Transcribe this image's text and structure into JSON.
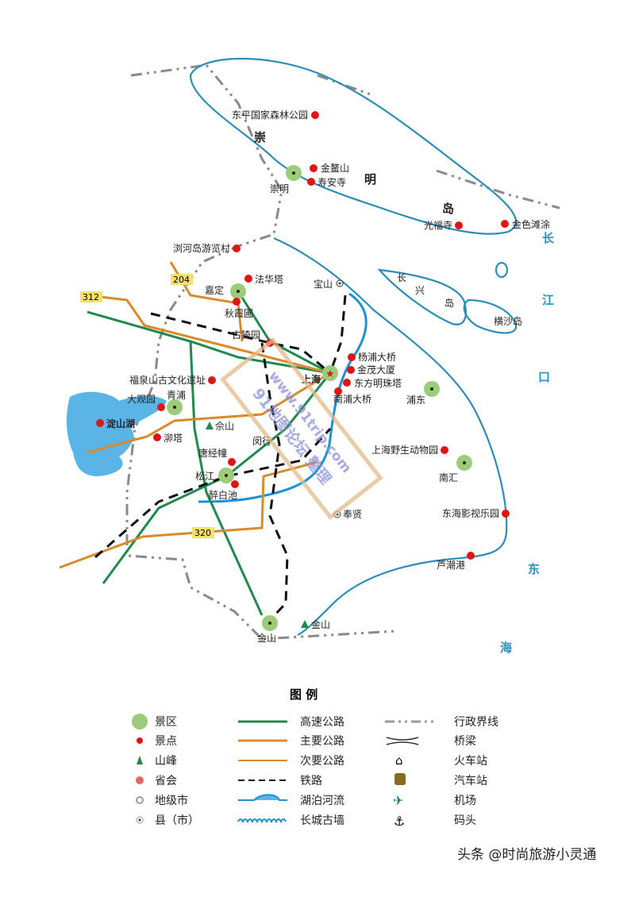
{
  "colors": {
    "coast": "#2b8db8",
    "highway": "#1f8a4c",
    "main_road": "#d98a2b",
    "railway": "#111111",
    "boundary": "#8a8a8a",
    "scenic_area": "#9ccc7a",
    "scenic_spot": "#e01515",
    "lake": "#5ab4e5"
  },
  "regions": {
    "chong": "崇",
    "ming": "明",
    "dao": "岛",
    "chang": "长",
    "xing": "兴",
    "dao2": "岛",
    "hengsha": "横沙岛"
  },
  "sea": {
    "chang": "长",
    "jiang": "江",
    "kou": "口",
    "dong": "东",
    "hai": "海"
  },
  "road_numbers": [
    "204",
    "312",
    "320"
  ],
  "places": {
    "dongping": "东平国家森林公园",
    "jinaoshan": "金鳌山",
    "shouansi": "寿安寺",
    "chongming": "崇明",
    "guangfusi": "光福寺",
    "jinsetantu": "金色滩涂",
    "liuhe": "浏河岛游览村",
    "fahuata": "法华塔",
    "jiading": "嘉定",
    "qiuxiapu": "秋霞圃",
    "baoshan": "宝山",
    "guyiyuan": "古猗园",
    "shanghai": "上海",
    "yangpu": "杨浦大桥",
    "jinmao": "金茂大厦",
    "dongfang": "东方明珠塔",
    "nanpu": "南浦大桥",
    "pudong": "浦东",
    "fuquanshan": "福泉山古文化遗址",
    "daguanyuan": "大观园",
    "qingpu": "青浦",
    "dianshanhu": "淀山湖",
    "sheshan": "佘山",
    "maota": "泖塔",
    "tangjingchuang": "唐经幢",
    "songjiang": "松江",
    "zuibaichi": "醉白池",
    "minhang": "闵行",
    "zoo": "上海野生动物园",
    "nanhui": "南汇",
    "fengxian": "奉贤",
    "donghai": "东海影视乐园",
    "luchaogang": "芦潮港",
    "jinshan_peak": "金山",
    "jinshan": "金山"
  },
  "watermark": {
    "url": "www.91trip.com",
    "forum": "91地图论坛 整理"
  },
  "legend": {
    "title": "图  例",
    "col1": [
      {
        "icon": "scenic-area",
        "label": "景区"
      },
      {
        "icon": "scenic-spot",
        "label": "景点"
      },
      {
        "icon": "peak",
        "label": "山峰"
      },
      {
        "icon": "provincial-capital",
        "label": "省会"
      },
      {
        "icon": "prefecture-city",
        "label": "地级市"
      },
      {
        "icon": "county",
        "label": "县（市）"
      }
    ],
    "col2": [
      {
        "icon": "highway",
        "label": "高速公路"
      },
      {
        "icon": "main-road",
        "label": "主要公路"
      },
      {
        "icon": "secondary-road",
        "label": "次要公路"
      },
      {
        "icon": "railway",
        "label": "铁路"
      },
      {
        "icon": "lake-river",
        "label": "湖泊河流"
      },
      {
        "icon": "great-wall",
        "label": "长城古墙"
      }
    ],
    "col3": [
      {
        "icon": "boundary",
        "label": "行政界线"
      },
      {
        "icon": "bridge",
        "label": "桥梁"
      },
      {
        "icon": "train-station",
        "label": "火车站"
      },
      {
        "icon": "bus-station",
        "label": "汽车站"
      },
      {
        "icon": "airport",
        "label": "机场"
      },
      {
        "icon": "pier",
        "label": "码头"
      }
    ]
  },
  "footer": "头条 @时尚旅游小灵通"
}
